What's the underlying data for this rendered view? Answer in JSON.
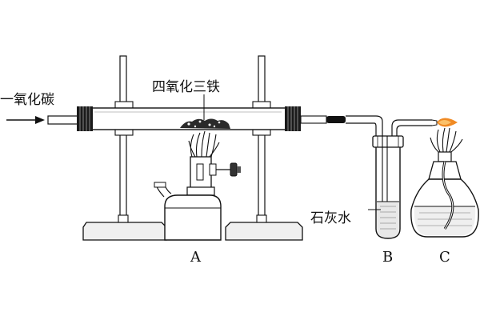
{
  "labels": {
    "co_inlet": "一氧化碳",
    "iron_oxide": "四氧化三铁",
    "limewater": "石灰水",
    "apparatus_a": "A",
    "apparatus_b": "B",
    "apparatus_c": "C"
  }
}
